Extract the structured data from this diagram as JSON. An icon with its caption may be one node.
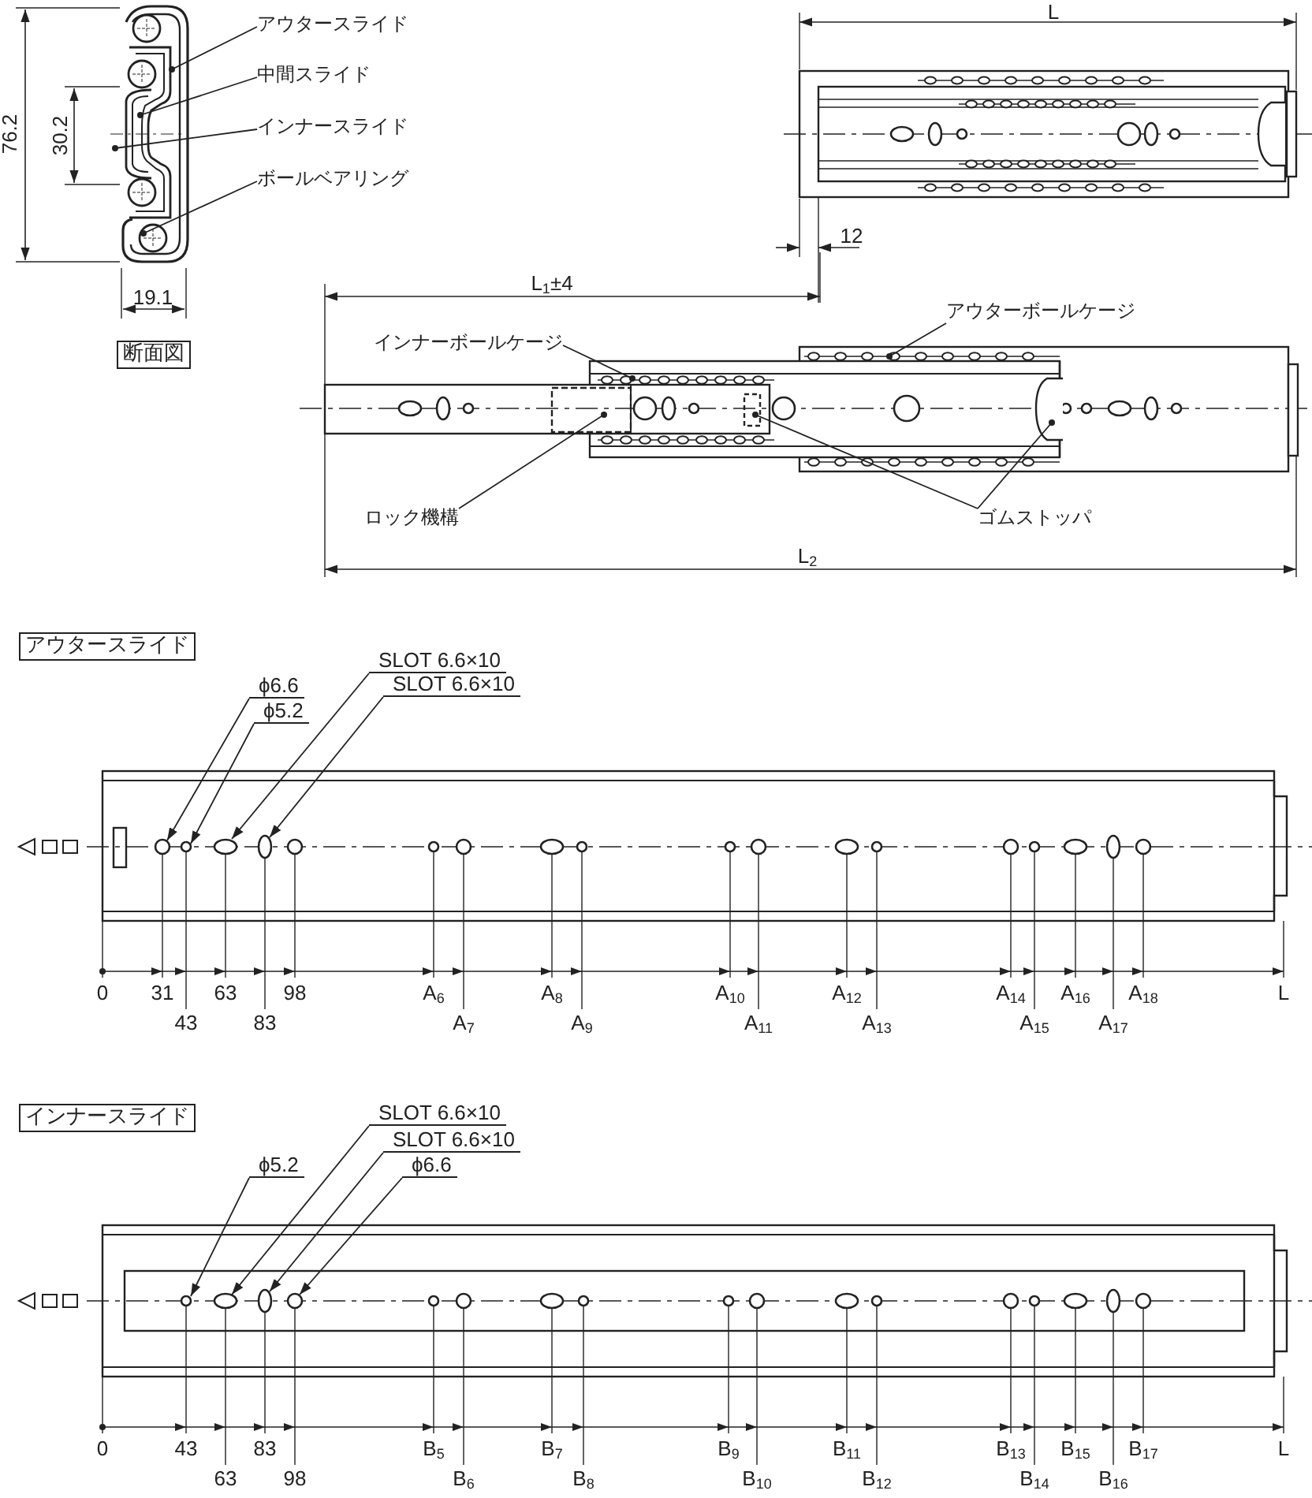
{
  "diagram": {
    "nodes": [
      {
        "text": [
          "アウタースライド"
        ]
      },
      {
        "text": [
          "中間スライド"
        ]
      },
      {
        "text": [
          "インナースライド"
        ]
      },
      {
        "text": [
          "ボールベアリング"
        ]
      },
      {
        "text": [
          "断面図"
        ]
      },
      {
        "text": [
          "アウターボールケージ"
        ]
      },
      {
        "text": [
          "インナーボールケージ"
        ]
      },
      {
        "text": [
          "ロック機構"
        ]
      },
      {
        "text": [
          "ゴムストッパ"
        ]
      },
      {
        "text": [
          "アウタースライド"
        ]
      },
      {
        "text": [
          "SLOT 6.6×10"
        ]
      },
      {
        "text": [
          "SLOT 6.6×10"
        ]
      },
      {
        "text": [
          "ϕ6.6"
        ]
      },
      {
        "text": [
          "ϕ5.2"
        ]
      },
      {
        "text": [
          "インナースライド"
        ]
      },
      {
        "text": [
          "SLOT 6.6×10"
        ]
      },
      {
        "text": [
          "SLOT 6.6×10"
        ]
      },
      {
        "text": [
          "ϕ5.2"
        ]
      },
      {
        "text": [
          "ϕ6.6"
        ]
      },
      {
        "text": [],
        "shape": "picture"
      }
    ],
    "edges": [
      {
        "from": 0,
        "to": 19,
        "arrow": "other"
      },
      {
        "from": 1,
        "to": 19,
        "arrow": "other"
      },
      {
        "from": 2,
        "to": 19,
        "arrow": "other"
      },
      {
        "from": 3,
        "to": 19,
        "arrow": "other"
      },
      {
        "from": 5,
        "to": null,
        "arrow": "other"
      },
      {
        "from": 6,
        "to": null,
        "arrow": "other"
      },
      {
        "from": 7,
        "to": null,
        "arrow": "other"
      },
      {
        "from": 8,
        "to": null,
        "arrow": "other"
      },
      {
        "from": 8,
        "to": null,
        "arrow": "other"
      },
      {
        "from": 10,
        "to": null,
        "arrow": "to"
      },
      {
        "from": 11,
        "to": null,
        "arrow": "to"
      },
      {
        "from": 12,
        "to": null,
        "arrow": "to"
      },
      {
        "from": 13,
        "to": null,
        "arrow": "to"
      },
      {
        "from": 15,
        "to": null,
        "arrow": "to"
      },
      {
        "from": 16,
        "to": null,
        "arrow": "to"
      },
      {
        "from": 17,
        "to": null,
        "arrow": "to"
      },
      {
        "from": 18,
        "to": null,
        "arrow": "to"
      }
    ],
    "labels": [
      "76.2",
      "30.2",
      "19.1",
      "L",
      "12",
      "L$_{1}$±4",
      "L$_{2}$",
      "0",
      "31",
      "63",
      "98",
      "A$_{6}$",
      "A$_{8}$",
      "A$_{10}$",
      "A$_{12}$",
      "A$_{14}$",
      "A$_{16}$",
      "A$_{18}$",
      "L",
      "43",
      "83",
      "A$_{7}$",
      "A$_{9}$",
      "A$_{11}$",
      "A$_{13}$",
      "A$_{15}$",
      "A$_{17}$",
      "0",
      "43",
      "83",
      "B$_{5}$",
      "B$_{7}$",
      "B$_{9}$",
      "B$_{11}$",
      "B$_{13}$",
      "B$_{15}$",
      "B$_{17}$",
      "L",
      "63",
      "98",
      "B$_{6}$",
      "B$_{8}$",
      "B$_{10}$",
      "B$_{12}$",
      "B$_{14}$",
      "B$_{16}$"
    ]
  }
}
